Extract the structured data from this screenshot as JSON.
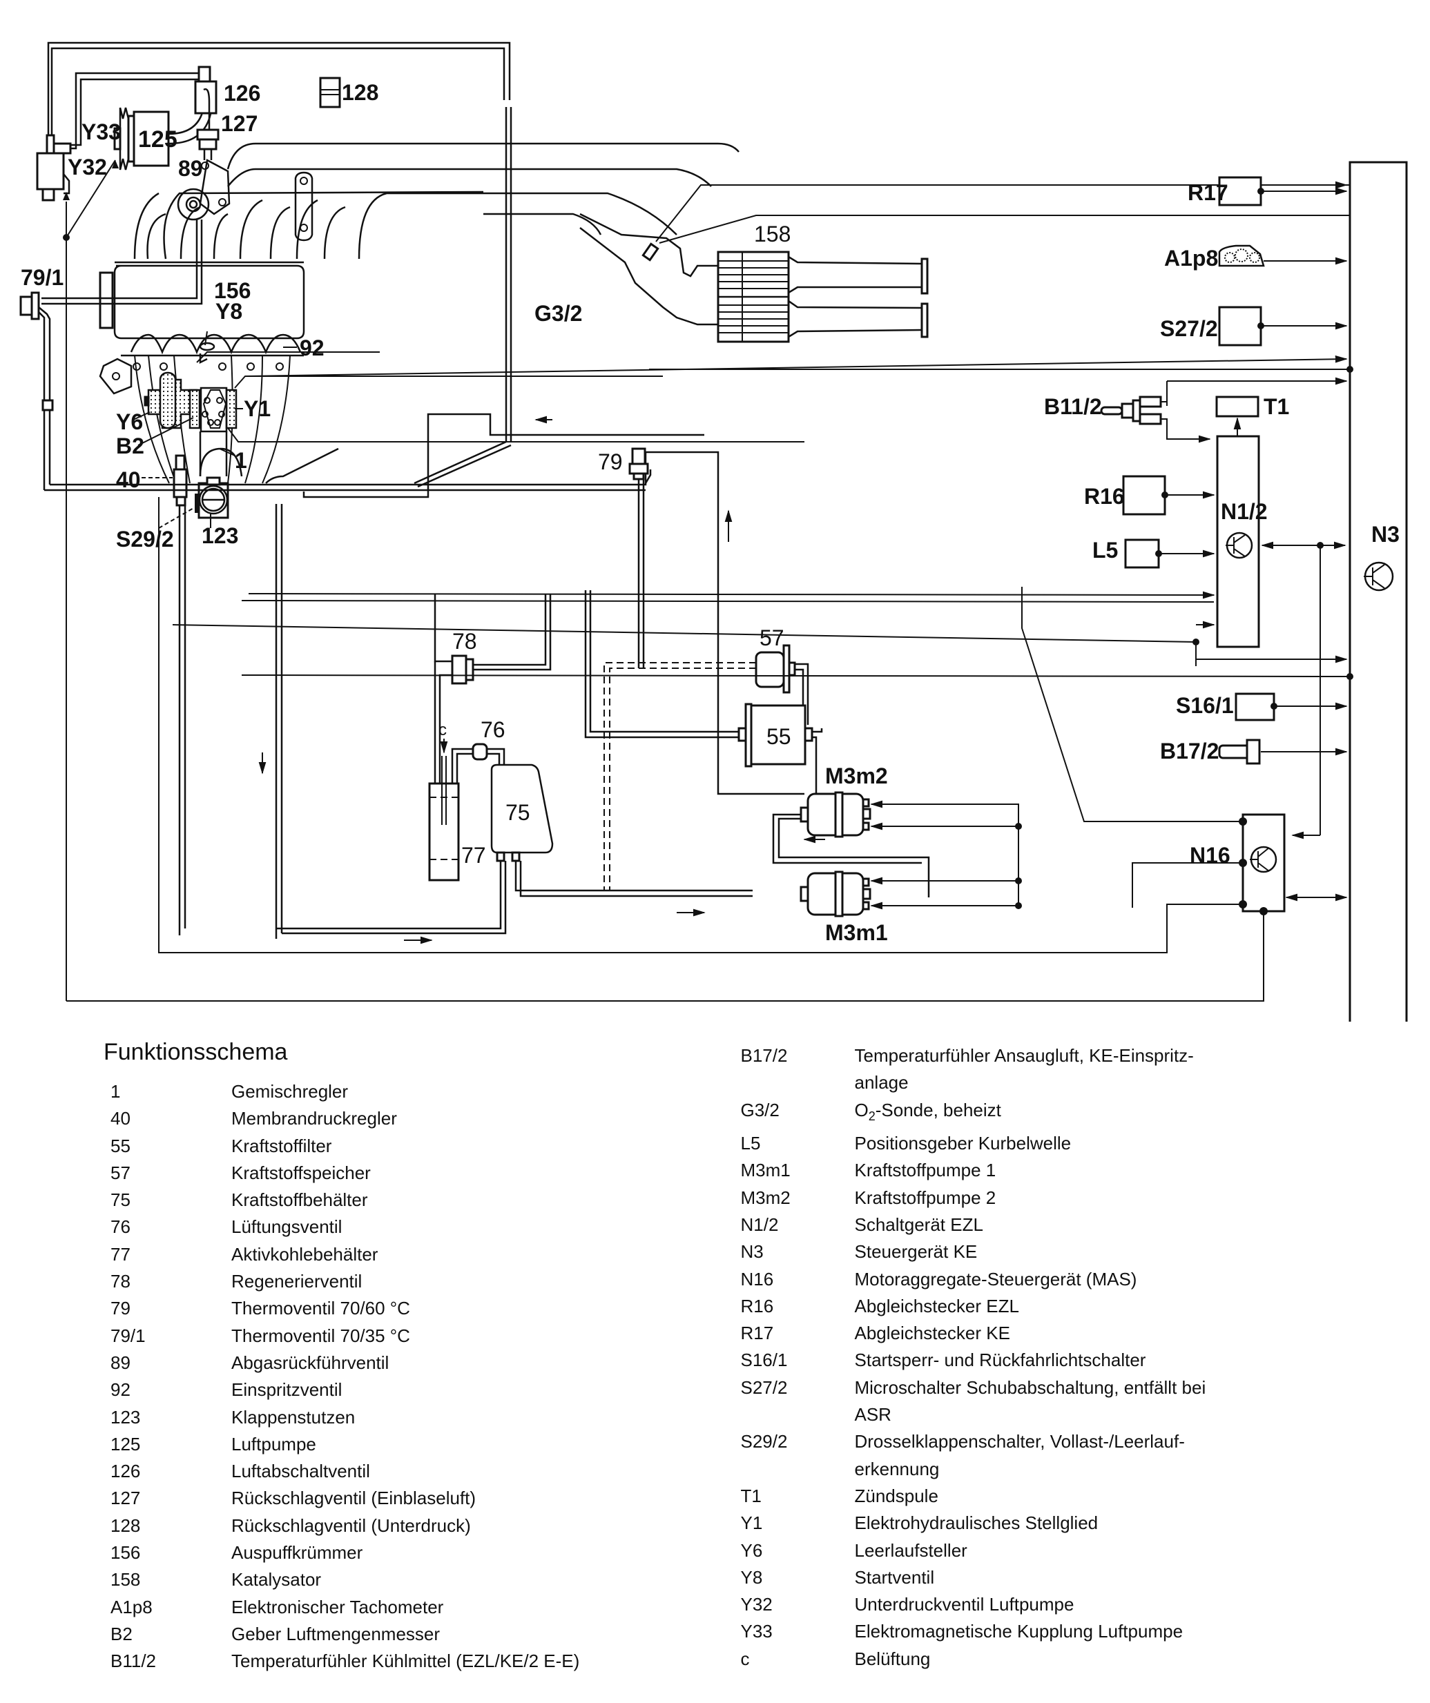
{
  "diagram": {
    "title": "Funktionsschema",
    "labels": {
      "l126": "126",
      "l127": "127",
      "l128": "128",
      "l125": "125",
      "lY33": "Y33",
      "lY32": "Y32",
      "l89": "89",
      "l79_1": "79/1",
      "l156": "156",
      "lY8": "Y8",
      "l92": "92",
      "lG3_2": "G3/2",
      "l158": "158",
      "lY6": "Y6",
      "lY1": "Y1",
      "lB2": "B2",
      "l1": "1",
      "l40": "40",
      "lS29_2": "S29/2",
      "l123": "123",
      "l79": "79",
      "l78": "78",
      "lc": "c",
      "l76": "76",
      "l77": "77",
      "l75": "75",
      "l57": "57",
      "l55": "55",
      "lM3m2": "M3m2",
      "lM3m1": "M3m1",
      "lR17": "R17",
      "lA1p8": "A1p8",
      "lS27_2": "S27/2",
      "lB11_2": "B11/2",
      "lT1": "T1",
      "lR16": "R16",
      "lN1_2": "N1/2",
      "lL5": "L5",
      "lN3": "N3",
      "lS16_1": "S16/1",
      "lB17_2": "B17/2",
      "lN16": "N16"
    }
  },
  "legend": {
    "title": "Funktionsschema",
    "left": [
      {
        "code": "1",
        "desc": "Gemischregler"
      },
      {
        "code": "40",
        "desc": "Membrandruckregler"
      },
      {
        "code": "55",
        "desc": "Kraftstoffilter"
      },
      {
        "code": "57",
        "desc": "Kraftstoffspeicher"
      },
      {
        "code": "75",
        "desc": "Kraftstoffbehälter"
      },
      {
        "code": "76",
        "desc": "Lüftungsventil"
      },
      {
        "code": "77",
        "desc": "Aktivkohlebehälter"
      },
      {
        "code": "78",
        "desc": "Regenerierventil"
      },
      {
        "code": "79",
        "desc": "Thermoventil 70/60 °C"
      },
      {
        "code": "79/1",
        "desc": "Thermoventil 70/35 °C"
      },
      {
        "code": "89",
        "desc": "Abgasrückführventil"
      },
      {
        "code": "92",
        "desc": "Einspritzventil"
      },
      {
        "code": "123",
        "desc": "Klappenstutzen"
      },
      {
        "code": "125",
        "desc": "Luftpumpe"
      },
      {
        "code": "126",
        "desc": "Luftabschaltventil"
      },
      {
        "code": "127",
        "desc": "Rückschlagventil (Einblaseluft)"
      },
      {
        "code": "128",
        "desc": "Rückschlagventil (Unterdruck)"
      },
      {
        "code": "156",
        "desc": "Auspuffkrümmer"
      },
      {
        "code": "158",
        "desc": "Katalysator"
      },
      {
        "code": "A1p8",
        "desc": "Elektronischer Tachometer"
      },
      {
        "code": "B2",
        "desc": "Geber Luftmengenmesser"
      },
      {
        "code": "B11/2",
        "desc": "Temperaturfühler Kühlmittel (EZL/KE/2 E-E)"
      }
    ],
    "right": [
      {
        "code": "B17/2",
        "desc": "Temperaturfühler Ansaugluft, KE-Einspritz-\nanlage"
      },
      {
        "code": "G3/2",
        "desc_pre": "O",
        "desc_sub": "2",
        "desc_post": "-Sonde, beheizt"
      },
      {
        "code": "L5",
        "desc": "Positionsgeber Kurbelwelle"
      },
      {
        "code": "M3m1",
        "desc": "Kraftstoffpumpe 1"
      },
      {
        "code": "M3m2",
        "desc": "Kraftstoffpumpe 2"
      },
      {
        "code": "N1/2",
        "desc": "Schaltgerät EZL"
      },
      {
        "code": "N3",
        "desc": "Steuergerät KE"
      },
      {
        "code": "N16",
        "desc": "Motoraggregate-Steuergerät (MAS)"
      },
      {
        "code": "R16",
        "desc": "Abgleichstecker EZL"
      },
      {
        "code": "R17",
        "desc": "Abgleichstecker KE"
      },
      {
        "code": "S16/1",
        "desc": "Startsperr- und Rückfahrlichtschalter"
      },
      {
        "code": "S27/2",
        "desc": "Microschalter Schubabschaltung, entfällt bei\nASR"
      },
      {
        "code": "S29/2",
        "desc": "Drosselklappenschalter, Vollast-/Leerlauf-\nerkennung"
      },
      {
        "code": "T1",
        "desc": "Zündspule"
      },
      {
        "code": "Y1",
        "desc": "Elektrohydraulisches Stellglied"
      },
      {
        "code": "Y6",
        "desc": "Leerlaufsteller"
      },
      {
        "code": "Y8",
        "desc": "Startventil"
      },
      {
        "code": "Y32",
        "desc": "Unterdruckventil Luftpumpe"
      },
      {
        "code": "Y33",
        "desc": "Elektromagnetische Kupplung Luftpumpe"
      },
      {
        "code": "c",
        "desc": "Belüftung"
      }
    ]
  }
}
